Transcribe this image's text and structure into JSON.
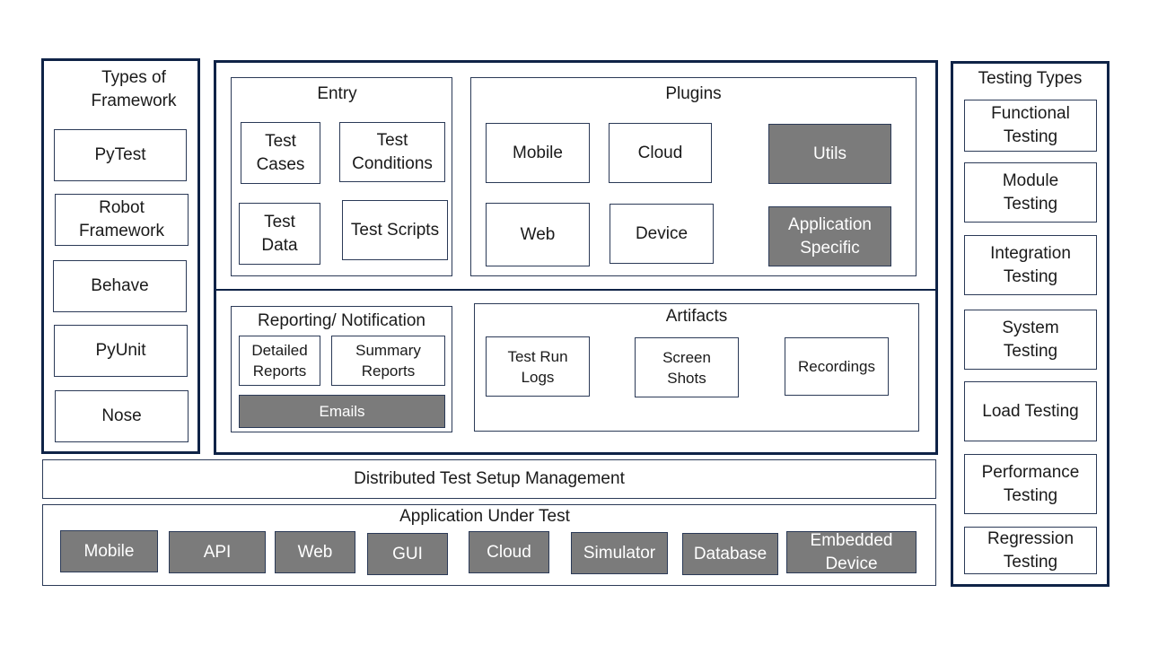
{
  "frameworks": {
    "title": "Types of\nFramework",
    "items": [
      "PyTest",
      "Robot\nFramework",
      "Behave",
      "PyUnit",
      "Nose"
    ]
  },
  "entry": {
    "title": "Entry",
    "items": [
      "Test\nCases",
      "Test\nConditions",
      "Test\nData",
      "Test Scripts"
    ]
  },
  "plugins": {
    "title": "Plugins",
    "items": [
      "Mobile",
      "Cloud",
      "Utils",
      "Web",
      "Device",
      "Application\nSpecific"
    ]
  },
  "reporting": {
    "title": "Reporting/ Notification",
    "items": [
      "Detailed\nReports",
      "Summary\nReports",
      "Emails"
    ]
  },
  "artifacts": {
    "title": "Artifacts",
    "items": [
      "Test Run\nLogs",
      "Screen\nShots",
      "Recordings"
    ]
  },
  "distributed": "Distributed Test Setup Management",
  "aut": {
    "title": "Application Under Test",
    "items": [
      "Mobile",
      "API",
      "Web",
      "GUI",
      "Cloud",
      "Simulator",
      "Database",
      "Embedded\nDevice"
    ]
  },
  "testing_types": {
    "title": "Testing Types",
    "items": [
      "Functional\nTesting",
      "Module\nTesting",
      "Integration\nTesting",
      "System\nTesting",
      "Load Testing",
      "Performance\nTesting",
      "Regression\nTesting"
    ]
  },
  "colors": {
    "panel_border": "#0f2347",
    "highlight_fill": "#7b7b7b",
    "highlight_text": "#ffffff"
  }
}
